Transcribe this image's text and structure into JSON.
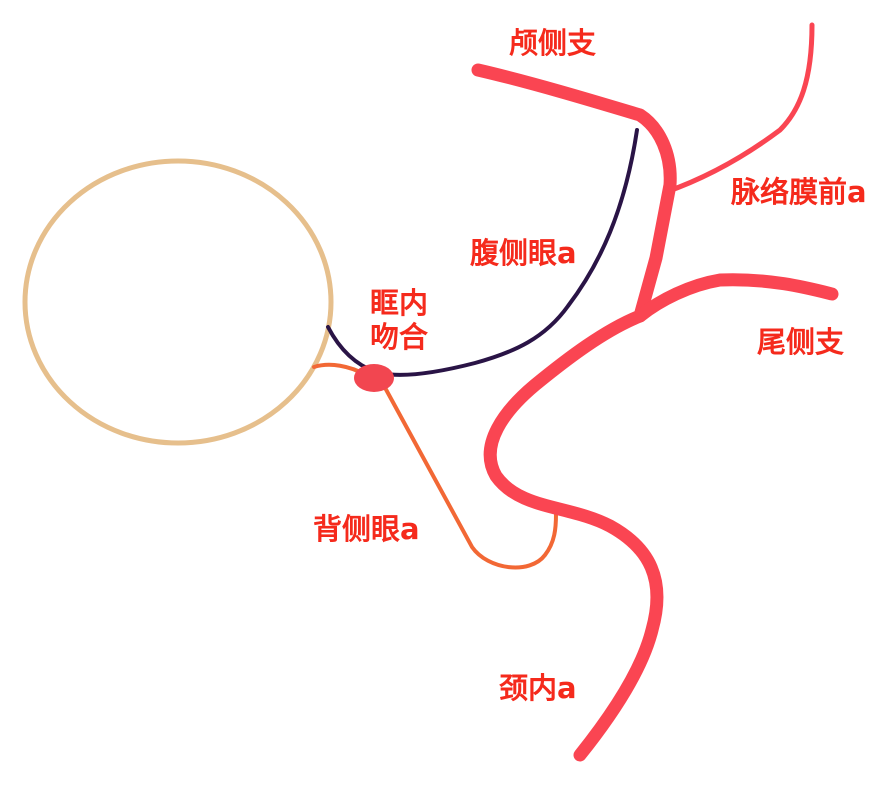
{
  "diagram": {
    "colors": {
      "artery": "#fa4552",
      "ventral_ophthalmic": "#2a1446",
      "dorsal_ophthalmic": "#f26835",
      "eye_outline": "#e6bf8c",
      "anastomosis_node": "#f24650",
      "label_text": "#f52a1c"
    },
    "labels": {
      "cranial_branch": "颅侧支",
      "anterior_choroidal": "脉络膜前a",
      "ventral_ophthalmic": "腹侧眼a",
      "orbital_anastomosis_line1": "眶内",
      "orbital_anastomosis_line2": "吻合",
      "caudal_branch": "尾侧支",
      "dorsal_ophthalmic": "背侧眼a",
      "internal_carotid": "颈内a"
    }
  }
}
